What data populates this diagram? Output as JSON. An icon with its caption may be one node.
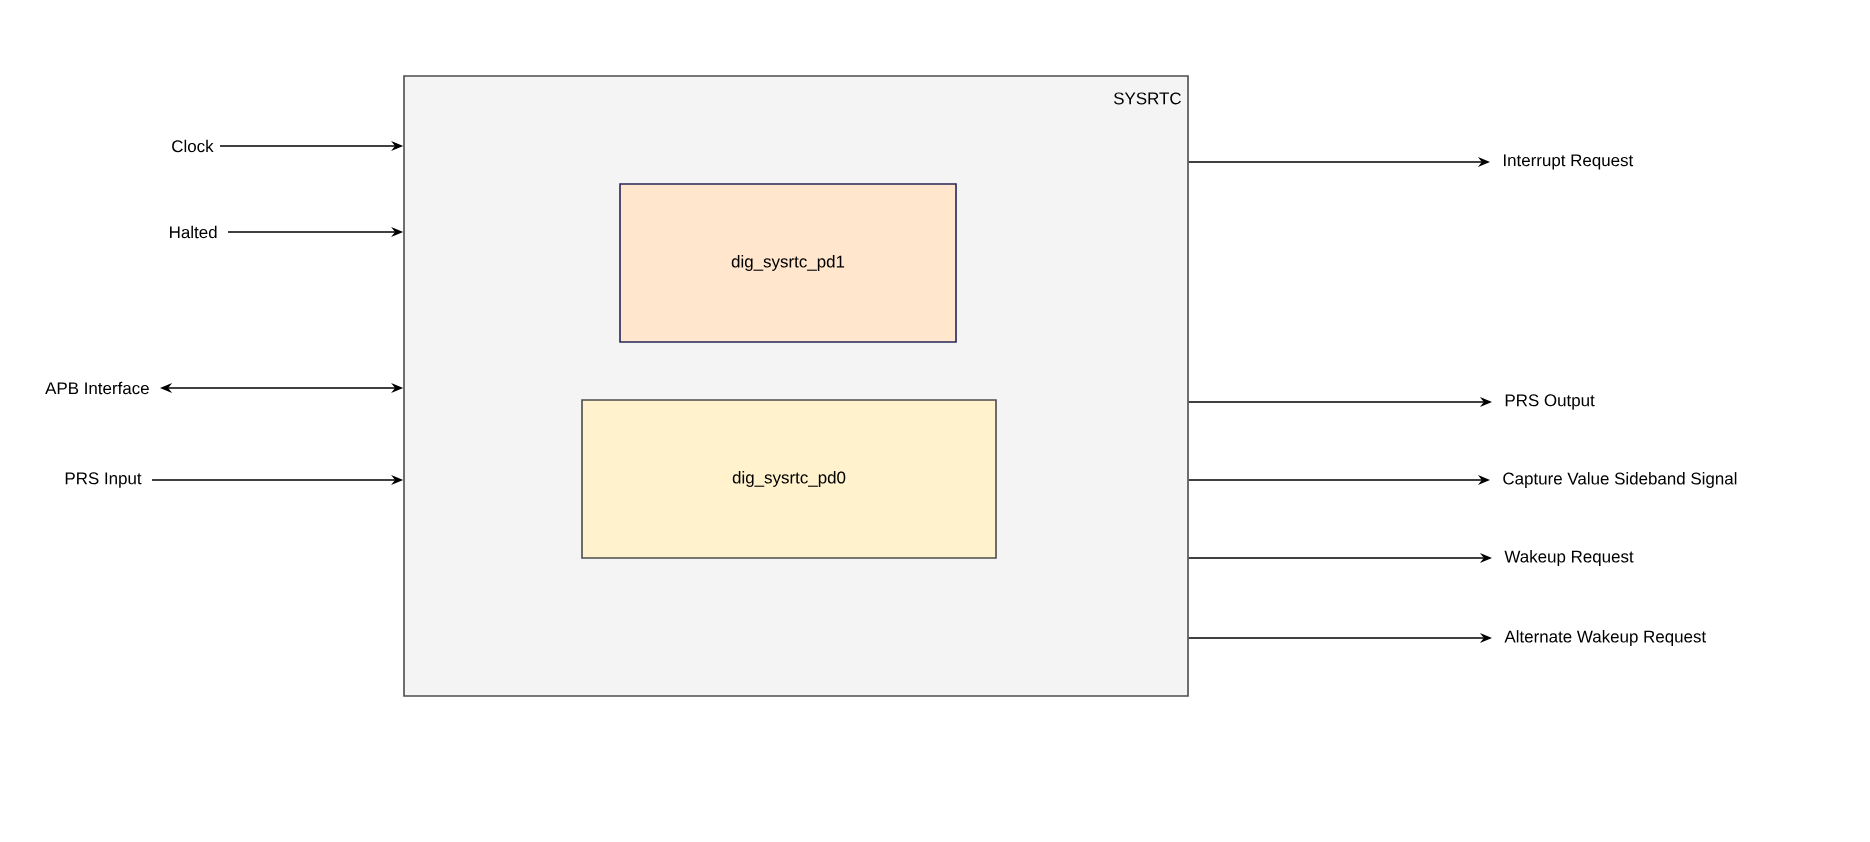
{
  "diagram": {
    "nodes": [
      {
        "text": [
          "SYSRTC"
        ]
      },
      {
        "text": [
          "dig_sysrtc_pd1"
        ],
        "in": 0
      },
      {
        "text": [
          "dig_sysrtc_pd0"
        ],
        "in": 0
      },
      {
        "text": [
          "Clock"
        ]
      },
      {
        "text": [
          "Halted"
        ]
      },
      {
        "text": [
          "APB Interface"
        ]
      },
      {
        "text": [
          "PRS Input"
        ]
      },
      {
        "text": [
          "Interrupt Request"
        ]
      },
      {
        "text": [
          "PRS Output"
        ]
      },
      {
        "text": [
          "Capture Value Sideband Signal"
        ]
      },
      {
        "text": [
          "Wakeup Request"
        ]
      },
      {
        "text": [
          "Alternate Wakeup Request"
        ]
      }
    ],
    "edges": [
      {
        "from": 3,
        "to": 0,
        "arrow": "to"
      },
      {
        "from": 4,
        "to": 0,
        "arrow": "to"
      },
      {
        "from": 5,
        "to": 0,
        "arrow": "both"
      },
      {
        "from": 6,
        "to": 0,
        "arrow": "to"
      },
      {
        "from": 0,
        "to": 7,
        "arrow": "to"
      },
      {
        "from": 0,
        "to": 8,
        "arrow": "to"
      },
      {
        "from": 0,
        "to": 9,
        "arrow": "to"
      },
      {
        "from": 0,
        "to": 10,
        "arrow": "to"
      },
      {
        "from": 0,
        "to": 11,
        "arrow": "to"
      }
    ]
  }
}
